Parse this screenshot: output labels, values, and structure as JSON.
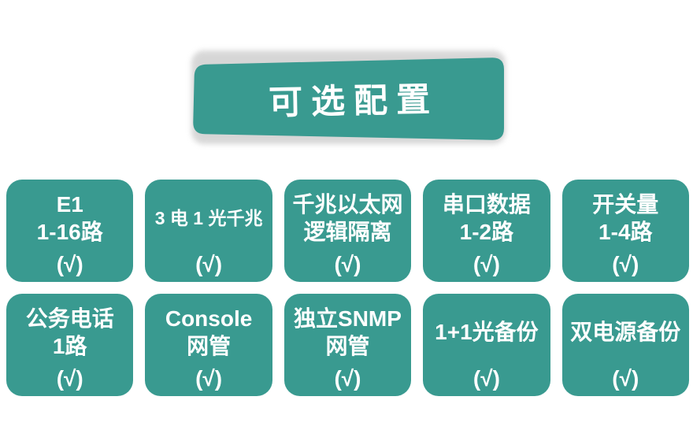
{
  "banner": {
    "title": "可选配置"
  },
  "colors": {
    "accent_teal": "#399A90",
    "banner_shadow": "#D0D0D0",
    "text_on_teal": "#FFFFFF",
    "background": "#FFFFFF"
  },
  "cards": {
    "row1": [
      {
        "lines": [
          "E1",
          "1-16路"
        ],
        "check": "(√)"
      },
      {
        "lines": [
          "3 电 1 光千兆"
        ],
        "check": "(√)",
        "small": true
      },
      {
        "lines": [
          "千兆以太网",
          "逻辑隔离"
        ],
        "check": "(√)"
      },
      {
        "lines": [
          "串口数据",
          "1-2路"
        ],
        "check": "(√)"
      },
      {
        "lines": [
          "开关量",
          "1-4路"
        ],
        "check": "(√)"
      }
    ],
    "row2": [
      {
        "lines": [
          "公务电话",
          "1路"
        ],
        "check": "(√)"
      },
      {
        "lines": [
          "Console",
          "网管"
        ],
        "check": "(√)"
      },
      {
        "lines": [
          "独立SNMP",
          "网管"
        ],
        "check": "(√)"
      },
      {
        "lines": [
          "1+1光备份"
        ],
        "check": "(√)"
      },
      {
        "lines": [
          "双电源备份"
        ],
        "check": "(√)"
      }
    ]
  }
}
